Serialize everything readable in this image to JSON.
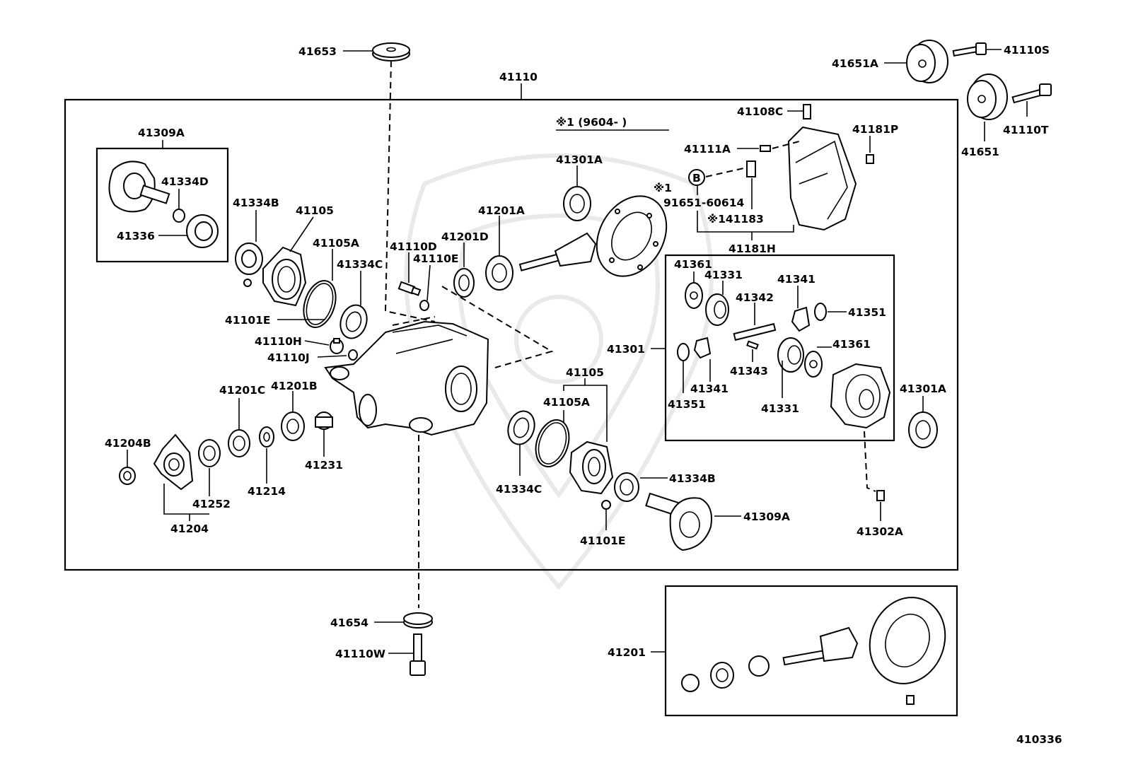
{
  "diagram_id": "410336",
  "note": {
    "range_label": "※1 (9604-     )",
    "mark_1": "※1",
    "part_91651": "91651-60614",
    "circle_letter": "B",
    "bracket_part": "※141183"
  },
  "labels": {
    "p41653": "41653",
    "p41110": "41110",
    "p41651A": "41651A",
    "p41110S": "41110S",
    "p41651": "41651",
    "p41110T": "41110T",
    "p41108C": "41108C",
    "p41181P": "41181P",
    "p41111A": "41111A",
    "p41181H": "41181H",
    "p41309A_top": "41309A",
    "p41334D": "41334D",
    "p41336": "41336",
    "p41334B_top": "41334B",
    "p41105_top": "41105",
    "p41105A_top": "41105A",
    "p41334C_top": "41334C",
    "p41101E_left": "41101E",
    "p41110D": "41110D",
    "p41110E": "41110E",
    "p41201D": "41201D",
    "p41201A": "41201A",
    "p41301A_top": "41301A",
    "p41110H": "41110H",
    "p41110J": "41110J",
    "p41201C": "41201C",
    "p41201B": "41201B",
    "p41204B": "41204B",
    "p41252": "41252",
    "p41214": "41214",
    "p41231": "41231",
    "p41204": "41204",
    "p41105_bottom": "41105",
    "p41105A_bottom": "41105A",
    "p41334C_bottom": "41334C",
    "p41334B_bottom": "41334B",
    "p41309A_bottom": "41309A",
    "p41101E_bottom": "41101E",
    "p41361_a": "41361",
    "p41331_a": "41331",
    "p41342": "41342",
    "p41341_a": "41341",
    "p41351_a": "41351",
    "p41361_b": "41361",
    "p41301": "41301",
    "p41343": "41343",
    "p41341_b": "41341",
    "p41351_b": "41351",
    "p41331_b": "41331",
    "p41301A_right": "41301A",
    "p41302A": "41302A",
    "p41654": "41654",
    "p41110W": "41110W",
    "p41201": "41201"
  }
}
